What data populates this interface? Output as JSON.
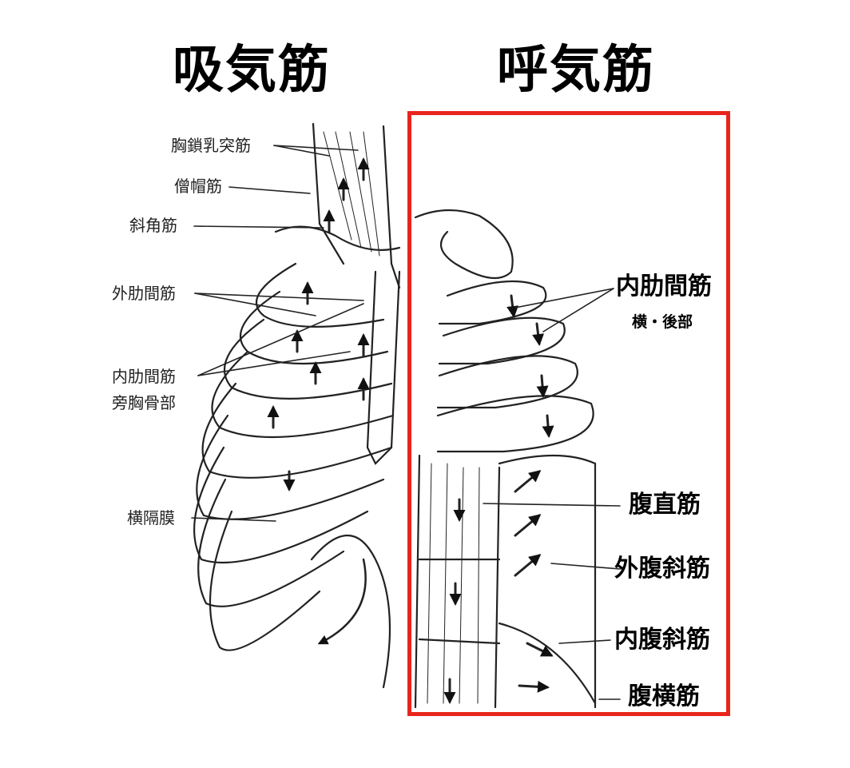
{
  "headings": {
    "inspiratory": "吸気筋",
    "expiratory": "呼気筋"
  },
  "inspiratory_labels": {
    "sternocleidomastoid": "胸鎖乳突筋",
    "trapezius": "僧帽筋",
    "scalene": "斜角筋",
    "external_intercostal": "外肋間筋",
    "internal_intercostal_line1": "内肋間筋",
    "internal_intercostal_line2": "旁胸骨部",
    "diaphragm": "横隔膜"
  },
  "expiratory_labels": {
    "internal_intercostal": "内肋間筋",
    "internal_intercostal_sub": "横・後部",
    "rectus_abdominis": "腹直筋",
    "external_oblique": "外腹斜筋",
    "internal_oblique": "内腹斜筋",
    "transversus_abdominis": "腹横筋"
  },
  "colors": {
    "highlight_border": "#e8251c",
    "line": "#222222"
  }
}
